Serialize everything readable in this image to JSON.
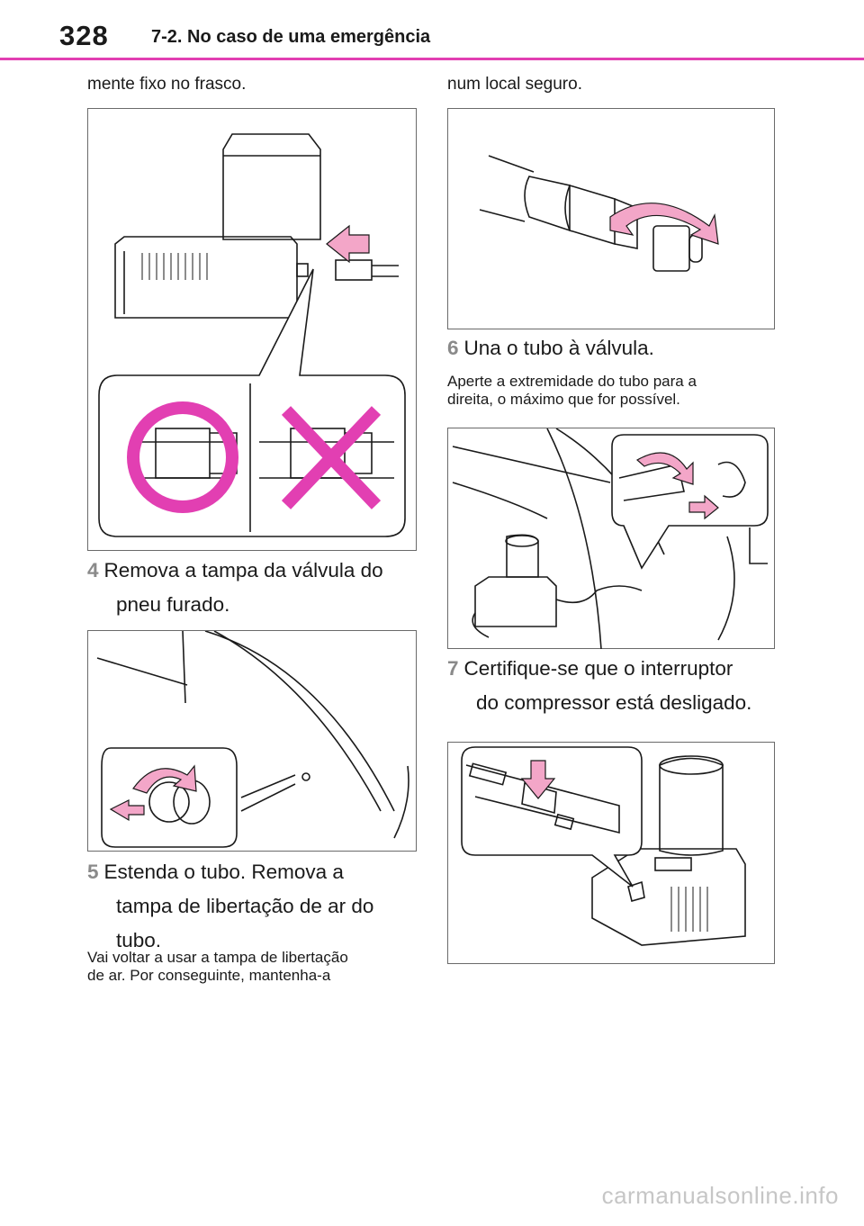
{
  "header": {
    "page_number": "328",
    "section_title": "7-2. No caso de uma emergência"
  },
  "left_column": {
    "continuation": "mente fixo no frasco.",
    "steps": [
      {
        "number": "4",
        "lines": [
          "Remova a tampa da válvula do",
          "pneu furado."
        ]
      },
      {
        "number": "5",
        "lines": [
          "Estenda o tubo. Remova a",
          "tampa de libertação de ar do",
          "tubo."
        ]
      }
    ],
    "note": [
      "Vai voltar a usar a tampa de libertação",
      "de ar. Por conseguinte, mantenha-a"
    ]
  },
  "right_column": {
    "continuation": "num local seguro.",
    "steps": [
      {
        "number": "6",
        "lines": [
          "Una o tubo à válvula."
        ]
      },
      {
        "number": "7",
        "lines": [
          "Certifique-se que o interruptor",
          "do compressor está desligado."
        ]
      }
    ],
    "note": [
      "Aperte a extremidade do tubo para a",
      "direita, o máximo que for possível."
    ]
  },
  "watermark": "carmanualsonline.info",
  "colors": {
    "accent": "#e23fb2",
    "arrow_fill": "#f3a6c8",
    "line": "#1a1a1a"
  }
}
